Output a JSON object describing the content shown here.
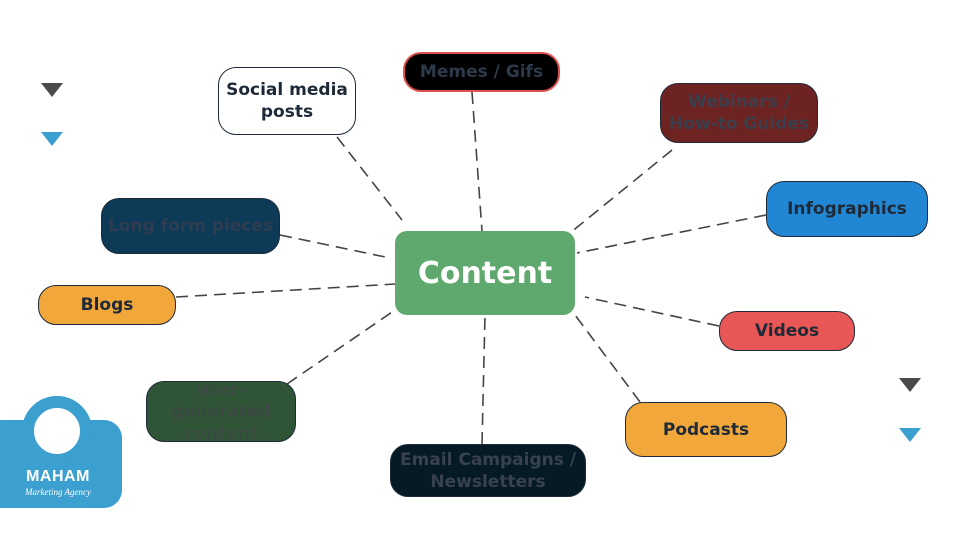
{
  "diagram": {
    "center": {
      "label": "Content",
      "color": "#5fa86e"
    },
    "nodes": [
      {
        "id": "social",
        "label_lines": [
          "Social media",
          "posts"
        ],
        "fill": "#ffffff",
        "text_color": "#1e2a38"
      },
      {
        "id": "memes",
        "label_lines": [
          "Memes / Gifs"
        ],
        "fill": "#000000",
        "text_color": "#2d3a4a",
        "border": "#e05050"
      },
      {
        "id": "webinars",
        "label_lines": [
          "Webinars /",
          "How-to Guides"
        ],
        "fill": "#6e2323",
        "text_color": "#3a3f4c"
      },
      {
        "id": "infographics",
        "label_lines": [
          "Infographics"
        ],
        "fill": "#2186d4",
        "text_color": "#1e2a38"
      },
      {
        "id": "videos",
        "label_lines": [
          "Videos"
        ],
        "fill": "#e85656",
        "text_color": "#1e2a38"
      },
      {
        "id": "podcasts",
        "label_lines": [
          "Podcasts"
        ],
        "fill": "#f2a73b",
        "text_color": "#1e2a38"
      },
      {
        "id": "email",
        "label_lines": [
          "Email Campaigns /",
          "Newsletters"
        ],
        "fill": "#061a26",
        "text_color": "#37414f"
      },
      {
        "id": "ugc",
        "label_lines": [
          "user-generated",
          "content"
        ],
        "fill": "#2f5536",
        "text_color": "#3a4a42"
      },
      {
        "id": "blogs",
        "label_lines": [
          "Blogs"
        ],
        "fill": "#f2a73b",
        "text_color": "#1e2a38"
      },
      {
        "id": "longform",
        "label_lines": [
          "Long form pieces"
        ],
        "fill": "#0d3a57",
        "text_color": "#2e3d4f"
      }
    ],
    "line_color": "#444444"
  },
  "decor": {
    "triangle_dark": "#4a4a4a",
    "triangle_blue": "#3b9fd0"
  },
  "logo": {
    "name": "MAHAM",
    "tagline": "Marketing Agency",
    "color": "#3b9fd0"
  }
}
